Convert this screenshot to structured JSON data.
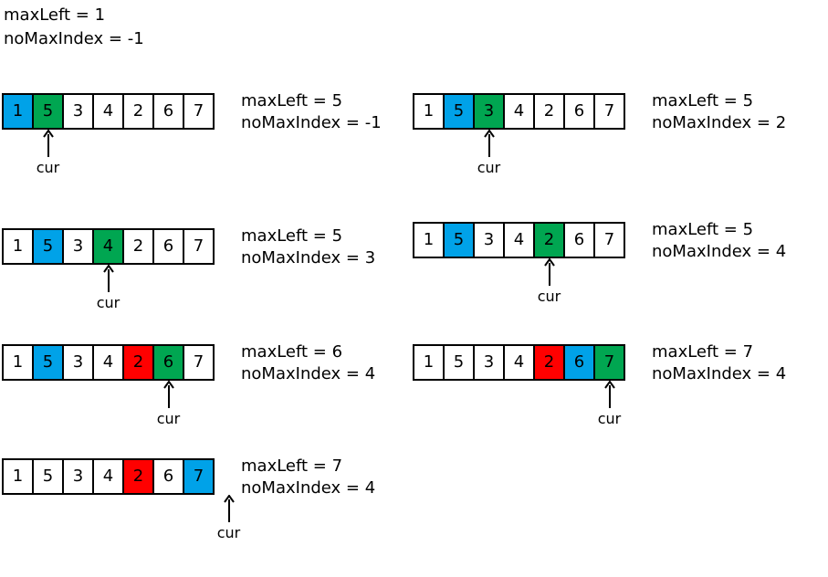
{
  "header": {
    "line1": "maxLeft = 1",
    "line2": "noMaxIndex = -1"
  },
  "colors": {
    "blue": "#00a2e8",
    "green": "#00a651",
    "red": "#ff0000",
    "plain": "#ffffff"
  },
  "pointer_label": "cur",
  "steps": [
    {
      "values": [
        "1",
        "5",
        "3",
        "4",
        "2",
        "6",
        "7"
      ],
      "colors": [
        "blue",
        "green",
        "",
        "",
        "",
        "",
        ""
      ],
      "cur": 1,
      "maxLeft": "maxLeft = 5",
      "noMaxIndex": "noMaxIndex = -1"
    },
    {
      "values": [
        "1",
        "5",
        "3",
        "4",
        "2",
        "6",
        "7"
      ],
      "colors": [
        "",
        "blue",
        "green",
        "",
        "",
        "",
        ""
      ],
      "cur": 2,
      "maxLeft": "maxLeft = 5",
      "noMaxIndex": "noMaxIndex = 2"
    },
    {
      "values": [
        "1",
        "5",
        "3",
        "4",
        "2",
        "6",
        "7"
      ],
      "colors": [
        "",
        "blue",
        "",
        "green",
        "",
        "",
        ""
      ],
      "cur": 3,
      "maxLeft": "maxLeft = 5",
      "noMaxIndex": "noMaxIndex = 3"
    },
    {
      "values": [
        "1",
        "5",
        "3",
        "4",
        "2",
        "6",
        "7"
      ],
      "colors": [
        "",
        "blue",
        "",
        "",
        "green",
        "",
        ""
      ],
      "cur": 4,
      "maxLeft": "maxLeft = 5",
      "noMaxIndex": "noMaxIndex = 4"
    },
    {
      "values": [
        "1",
        "5",
        "3",
        "4",
        "2",
        "6",
        "7"
      ],
      "colors": [
        "",
        "blue",
        "",
        "",
        "red",
        "green",
        ""
      ],
      "cur": 5,
      "maxLeft": "maxLeft = 6",
      "noMaxIndex": "noMaxIndex = 4"
    },
    {
      "values": [
        "1",
        "5",
        "3",
        "4",
        "2",
        "6",
        "7"
      ],
      "colors": [
        "",
        "",
        "",
        "",
        "red",
        "blue",
        "green"
      ],
      "cur": 6,
      "maxLeft": "maxLeft = 7",
      "noMaxIndex": "noMaxIndex = 4"
    },
    {
      "values": [
        "1",
        "5",
        "3",
        "4",
        "2",
        "6",
        "7"
      ],
      "colors": [
        "",
        "",
        "",
        "",
        "red",
        "",
        "blue"
      ],
      "cur": 7,
      "maxLeft": "maxLeft = 7",
      "noMaxIndex": "noMaxIndex = 4"
    }
  ]
}
